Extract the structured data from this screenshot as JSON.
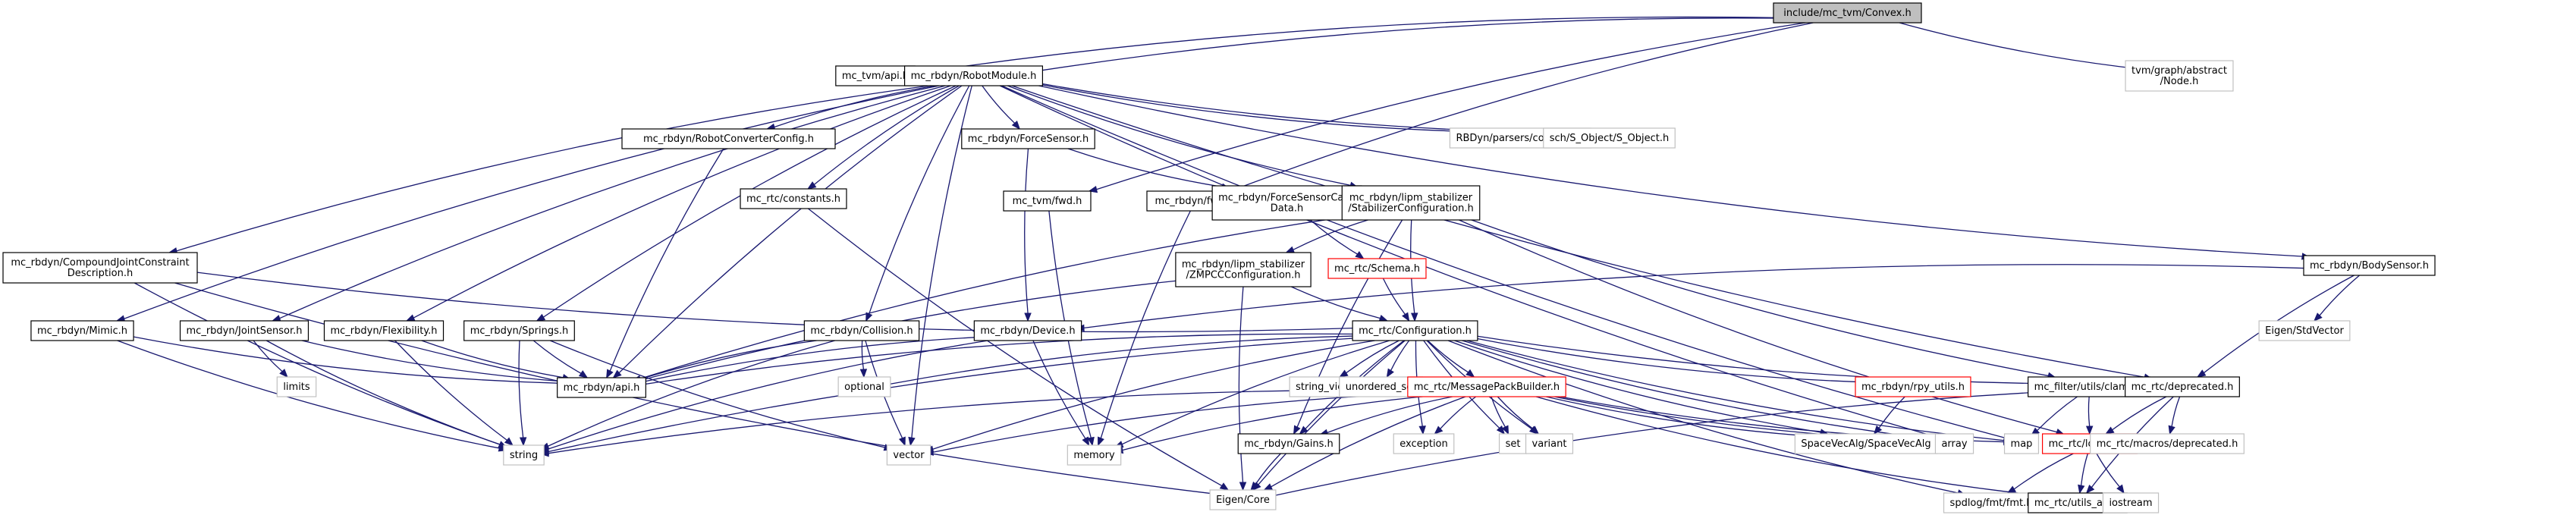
{
  "diagram": {
    "type": "include-dependency-graph",
    "root": "include/mc_tvm/Convex.h",
    "colors": {
      "edge": "#191970",
      "root_fill": "#bfbfbf",
      "documented_border": "#000000",
      "external_border": "#c0c0c0",
      "truncated_border": "#ff0000"
    },
    "nodes": [
      {
        "id": "convex",
        "lines": [
          "include/mc_tvm/Convex.h"
        ],
        "kind": "root"
      },
      {
        "id": "tvm_api",
        "lines": [
          "mc_tvm/api.h"
        ],
        "kind": "documented"
      },
      {
        "id": "robotmodule",
        "lines": [
          "mc_rbdyn/RobotModule.h"
        ],
        "kind": "documented"
      },
      {
        "id": "tvm_node",
        "lines": [
          "tvm/graph/abstract",
          "/Node.h"
        ],
        "kind": "external"
      },
      {
        "id": "robotconverter",
        "lines": [
          "mc_rbdyn/RobotConverterConfig.h"
        ],
        "kind": "documented"
      },
      {
        "id": "forcesensor",
        "lines": [
          "mc_rbdyn/ForceSensor.h"
        ],
        "kind": "documented"
      },
      {
        "id": "rbdyn_common",
        "lines": [
          "RBDyn/parsers/common.h"
        ],
        "kind": "external"
      },
      {
        "id": "sch_object",
        "lines": [
          "sch/S_Object/S_Object.h"
        ],
        "kind": "external"
      },
      {
        "id": "rtc_constants",
        "lines": [
          "mc_rtc/constants.h"
        ],
        "kind": "documented"
      },
      {
        "id": "tvm_fwd",
        "lines": [
          "mc_tvm/fwd.h"
        ],
        "kind": "documented"
      },
      {
        "id": "rbdyn_fwd",
        "lines": [
          "mc_rbdyn/fwd.h"
        ],
        "kind": "documented"
      },
      {
        "id": "fscalib",
        "lines": [
          "mc_rbdyn/ForceSensorCalib",
          "Data.h"
        ],
        "kind": "documented"
      },
      {
        "id": "stabconf",
        "lines": [
          "mc_rbdyn/lipm_stabilizer",
          "/StabilizerConfiguration.h"
        ],
        "kind": "documented"
      },
      {
        "id": "compound",
        "lines": [
          "mc_rbdyn/CompoundJointConstraint",
          "Description.h"
        ],
        "kind": "documented"
      },
      {
        "id": "schema",
        "lines": [
          "mc_rtc/Schema.h"
        ],
        "kind": "truncated"
      },
      {
        "id": "zmpcc",
        "lines": [
          "mc_rbdyn/lipm_stabilizer",
          "/ZMPCCConfiguration.h"
        ],
        "kind": "documented"
      },
      {
        "id": "bodysensor",
        "lines": [
          "mc_rbdyn/BodySensor.h"
        ],
        "kind": "documented"
      },
      {
        "id": "eigen_stdvector",
        "lines": [
          "Eigen/StdVector"
        ],
        "kind": "external"
      },
      {
        "id": "mimic",
        "lines": [
          "mc_rbdyn/Mimic.h"
        ],
        "kind": "documented"
      },
      {
        "id": "jointsensor",
        "lines": [
          "mc_rbdyn/JointSensor.h"
        ],
        "kind": "documented"
      },
      {
        "id": "flexibility",
        "lines": [
          "mc_rbdyn/Flexibility.h"
        ],
        "kind": "documented"
      },
      {
        "id": "springs",
        "lines": [
          "mc_rbdyn/Springs.h"
        ],
        "kind": "documented"
      },
      {
        "id": "collision",
        "lines": [
          "mc_rbdyn/Collision.h"
        ],
        "kind": "documented"
      },
      {
        "id": "device",
        "lines": [
          "mc_rbdyn/Device.h"
        ],
        "kind": "documented"
      },
      {
        "id": "configuration",
        "lines": [
          "mc_rtc/Configuration.h"
        ],
        "kind": "documented"
      },
      {
        "id": "limits",
        "lines": [
          "limits"
        ],
        "kind": "external"
      },
      {
        "id": "rbdyn_api",
        "lines": [
          "mc_rbdyn/api.h"
        ],
        "kind": "documented"
      },
      {
        "id": "optional",
        "lines": [
          "optional"
        ],
        "kind": "external"
      },
      {
        "id": "string_view",
        "lines": [
          "string_view"
        ],
        "kind": "external"
      },
      {
        "id": "unordered_set",
        "lines": [
          "unordered_set"
        ],
        "kind": "external"
      },
      {
        "id": "msgpack",
        "lines": [
          "mc_rtc/MessagePackBuilder.h"
        ],
        "kind": "truncated"
      },
      {
        "id": "rpy_utils",
        "lines": [
          "mc_rbdyn/rpy_utils.h"
        ],
        "kind": "truncated"
      },
      {
        "id": "clamp",
        "lines": [
          "mc_filter/utils/clamp.h"
        ],
        "kind": "documented"
      },
      {
        "id": "deprecated",
        "lines": [
          "mc_rtc/deprecated.h"
        ],
        "kind": "documented"
      },
      {
        "id": "string",
        "lines": [
          "string"
        ],
        "kind": "external"
      },
      {
        "id": "vector",
        "lines": [
          "vector"
        ],
        "kind": "external"
      },
      {
        "id": "memory",
        "lines": [
          "memory"
        ],
        "kind": "external"
      },
      {
        "id": "gains",
        "lines": [
          "mc_rbdyn/Gains.h"
        ],
        "kind": "documented"
      },
      {
        "id": "exception",
        "lines": [
          "exception"
        ],
        "kind": "external"
      },
      {
        "id": "set",
        "lines": [
          "set"
        ],
        "kind": "external"
      },
      {
        "id": "variant",
        "lines": [
          "variant"
        ],
        "kind": "external"
      },
      {
        "id": "spacevecalg",
        "lines": [
          "SpaceVecAlg/SpaceVecAlg"
        ],
        "kind": "external"
      },
      {
        "id": "array",
        "lines": [
          "array"
        ],
        "kind": "external"
      },
      {
        "id": "map",
        "lines": [
          "map"
        ],
        "kind": "external"
      },
      {
        "id": "logging",
        "lines": [
          "mc_rtc/logging.h"
        ],
        "kind": "truncated"
      },
      {
        "id": "macros_deprecated",
        "lines": [
          "mc_rtc/macros/deprecated.h"
        ],
        "kind": "external"
      },
      {
        "id": "eigen_core",
        "lines": [
          "Eigen/Core"
        ],
        "kind": "external"
      },
      {
        "id": "spdlog_fmt",
        "lines": [
          "spdlog/fmt/fmt.h"
        ],
        "kind": "external"
      },
      {
        "id": "utils_api",
        "lines": [
          "mc_rtc/utils_api.h"
        ],
        "kind": "documented"
      },
      {
        "id": "iostream",
        "lines": [
          "iostream"
        ],
        "kind": "external"
      }
    ],
    "edges": [
      [
        "convex",
        "tvm_api"
      ],
      [
        "convex",
        "robotmodule"
      ],
      [
        "convex",
        "tvm_node"
      ],
      [
        "convex",
        "tvm_fwd"
      ],
      [
        "convex",
        "rbdyn_fwd"
      ],
      [
        "robotmodule",
        "robotconverter"
      ],
      [
        "robotmodule",
        "forcesensor"
      ],
      [
        "robotmodule",
        "rbdyn_common"
      ],
      [
        "robotmodule",
        "sch_object"
      ],
      [
        "robotmodule",
        "rtc_constants"
      ],
      [
        "robotmodule",
        "stabconf"
      ],
      [
        "robotmodule",
        "compound"
      ],
      [
        "robotmodule",
        "bodysensor"
      ],
      [
        "robotmodule",
        "mimic"
      ],
      [
        "robotmodule",
        "jointsensor"
      ],
      [
        "robotmodule",
        "flexibility"
      ],
      [
        "robotmodule",
        "springs"
      ],
      [
        "robotmodule",
        "collision"
      ],
      [
        "robotmodule",
        "rbdyn_api"
      ],
      [
        "robotmodule",
        "vector"
      ],
      [
        "robotmodule",
        "map"
      ],
      [
        "robotmodule",
        "array"
      ],
      [
        "robotmodule",
        "deprecated"
      ],
      [
        "robotconverter",
        "rbdyn_api"
      ],
      [
        "forcesensor",
        "fscalib"
      ],
      [
        "forcesensor",
        "device"
      ],
      [
        "rtc_constants",
        "eigen_core"
      ],
      [
        "tvm_fwd",
        "memory"
      ],
      [
        "rbdyn_fwd",
        "memory"
      ],
      [
        "fscalib",
        "schema"
      ],
      [
        "stabconf",
        "zmpcc"
      ],
      [
        "stabconf",
        "configuration"
      ],
      [
        "stabconf",
        "rbdyn_api"
      ],
      [
        "stabconf",
        "gains"
      ],
      [
        "stabconf",
        "clamp"
      ],
      [
        "stabconf",
        "logging"
      ],
      [
        "compound",
        "configuration"
      ],
      [
        "compound",
        "string"
      ],
      [
        "compound",
        "eigen_core"
      ],
      [
        "schema",
        "configuration"
      ],
      [
        "zmpcc",
        "configuration"
      ],
      [
        "zmpcc",
        "rbdyn_api"
      ],
      [
        "zmpcc",
        "eigen_core"
      ],
      [
        "bodysensor",
        "device"
      ],
      [
        "bodysensor",
        "eigen_stdvector"
      ],
      [
        "bodysensor",
        "deprecated"
      ],
      [
        "mimic",
        "rbdyn_api"
      ],
      [
        "mimic",
        "string"
      ],
      [
        "jointsensor",
        "rbdyn_api"
      ],
      [
        "jointsensor",
        "limits"
      ],
      [
        "jointsensor",
        "string"
      ],
      [
        "flexibility",
        "rbdyn_api"
      ],
      [
        "flexibility",
        "string"
      ],
      [
        "springs",
        "rbdyn_api"
      ],
      [
        "springs",
        "string"
      ],
      [
        "springs",
        "vector"
      ],
      [
        "collision",
        "rbdyn_api"
      ],
      [
        "collision",
        "optional"
      ],
      [
        "collision",
        "string"
      ],
      [
        "collision",
        "vector"
      ],
      [
        "device",
        "rbdyn_api"
      ],
      [
        "device",
        "memory"
      ],
      [
        "device",
        "string"
      ],
      [
        "configuration",
        "rbdyn_api"
      ],
      [
        "configuration",
        "optional"
      ],
      [
        "configuration",
        "string_view"
      ],
      [
        "configuration",
        "unordered_set"
      ],
      [
        "configuration",
        "msgpack"
      ],
      [
        "configuration",
        "rpy_utils"
      ],
      [
        "configuration",
        "deprecated"
      ],
      [
        "configuration",
        "string"
      ],
      [
        "configuration",
        "vector"
      ],
      [
        "configuration",
        "memory"
      ],
      [
        "configuration",
        "exception"
      ],
      [
        "configuration",
        "set"
      ],
      [
        "configuration",
        "variant"
      ],
      [
        "configuration",
        "spacevecalg"
      ],
      [
        "configuration",
        "array"
      ],
      [
        "configuration",
        "map"
      ],
      [
        "configuration",
        "eigen_core"
      ],
      [
        "configuration",
        "spdlog_fmt"
      ],
      [
        "configuration",
        "gains"
      ],
      [
        "msgpack",
        "string"
      ],
      [
        "msgpack",
        "vector"
      ],
      [
        "msgpack",
        "memory"
      ],
      [
        "msgpack",
        "gains"
      ],
      [
        "msgpack",
        "exception"
      ],
      [
        "msgpack",
        "set"
      ],
      [
        "msgpack",
        "variant"
      ],
      [
        "msgpack",
        "spacevecalg"
      ],
      [
        "msgpack",
        "array"
      ],
      [
        "msgpack",
        "map"
      ],
      [
        "msgpack",
        "eigen_core"
      ],
      [
        "msgpack",
        "utils_api"
      ],
      [
        "rpy_utils",
        "spacevecalg"
      ],
      [
        "clamp",
        "map"
      ],
      [
        "clamp",
        "logging"
      ],
      [
        "clamp",
        "eigen_core"
      ],
      [
        "deprecated",
        "logging"
      ],
      [
        "deprecated",
        "macros_deprecated"
      ],
      [
        "deprecated",
        "utils_api"
      ],
      [
        "gains",
        "eigen_core"
      ],
      [
        "logging",
        "spdlog_fmt"
      ],
      [
        "logging",
        "utils_api"
      ],
      [
        "logging",
        "iostream"
      ]
    ]
  }
}
